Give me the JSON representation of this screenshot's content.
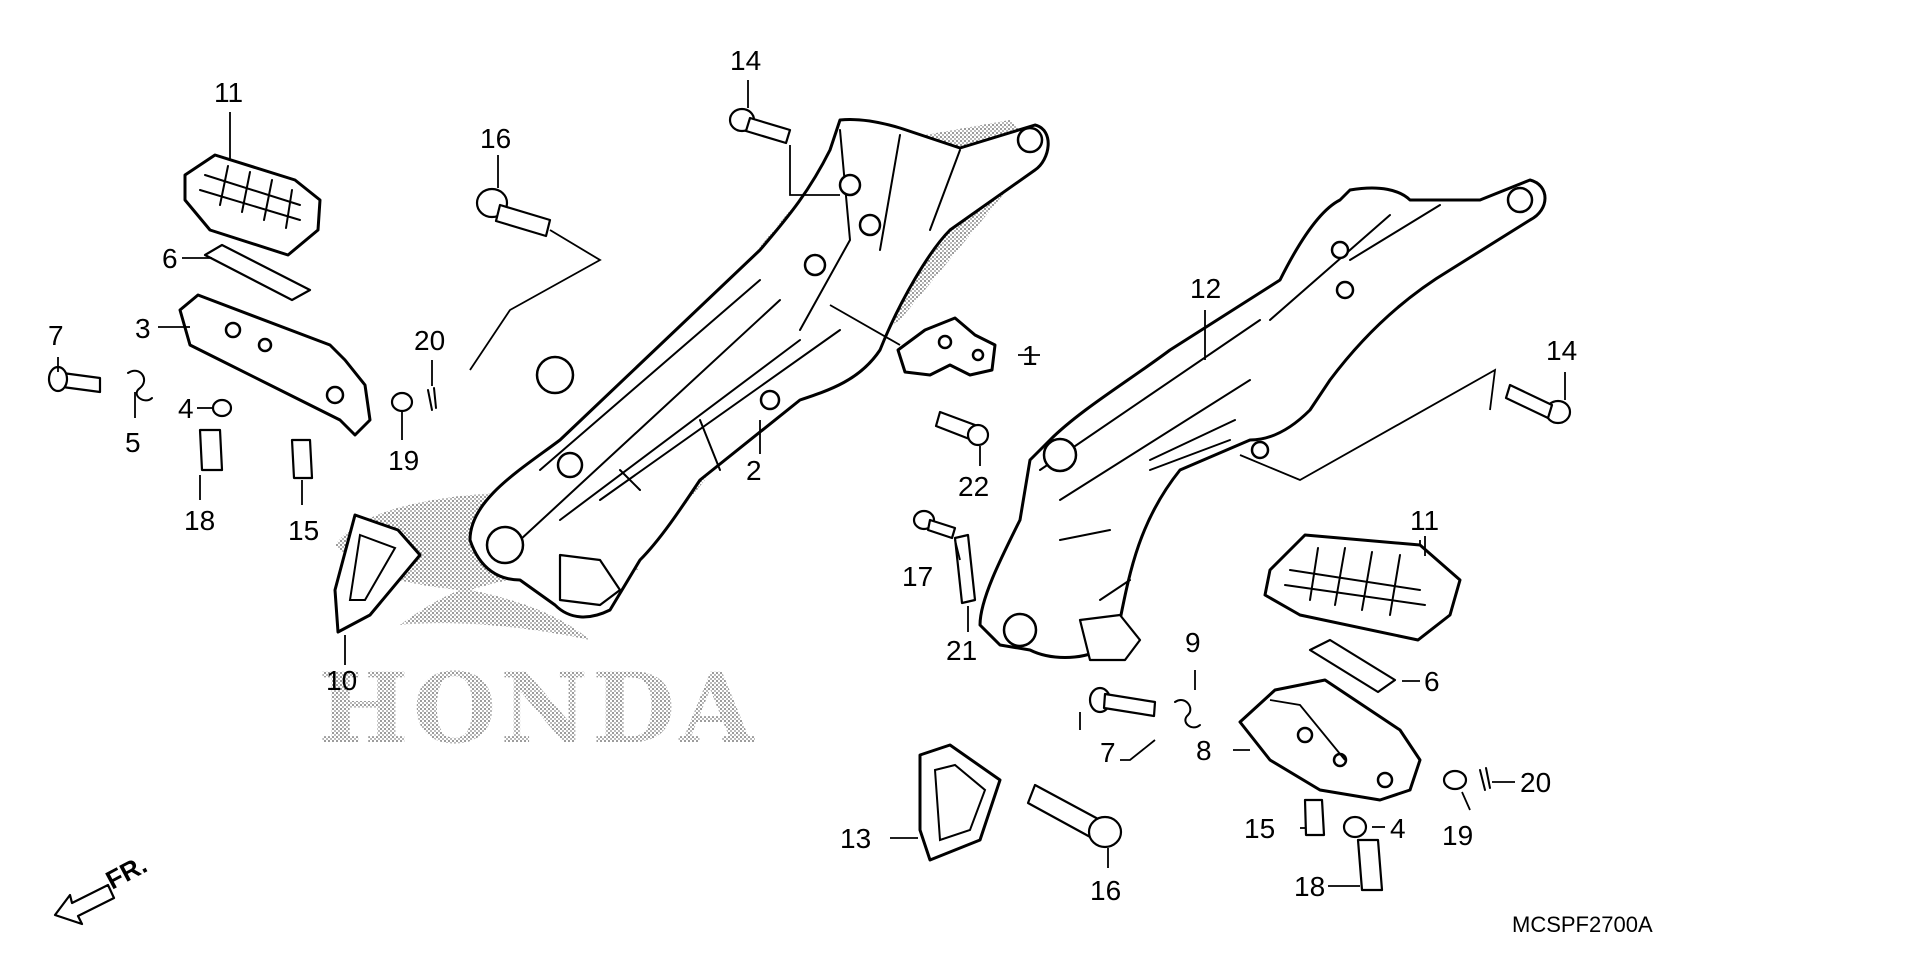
{
  "diagram_code": "MCSPF2700A",
  "watermark": {
    "brand": "HONDA"
  },
  "front_indicator": {
    "label": "FR.",
    "icon": "front-arrow-icon"
  },
  "callouts": {
    "c1": "1",
    "c2": "2",
    "c3": "3",
    "c4a": "4",
    "c4b": "4",
    "c5": "5",
    "c6a": "6",
    "c6b": "6",
    "c7a": "7",
    "c7b": "7",
    "c8": "8",
    "c9": "9",
    "c10": "10",
    "c11a": "11",
    "c11b": "11",
    "c12": "12",
    "c13": "13",
    "c14a": "14",
    "c14b": "14",
    "c15a": "15",
    "c15b": "15",
    "c16a": "16",
    "c16b": "16",
    "c17": "17",
    "c18a": "18",
    "c18b": "18",
    "c19a": "19",
    "c19b": "19",
    "c20a": "20",
    "c20b": "20",
    "c21": "21",
    "c22": "22"
  }
}
